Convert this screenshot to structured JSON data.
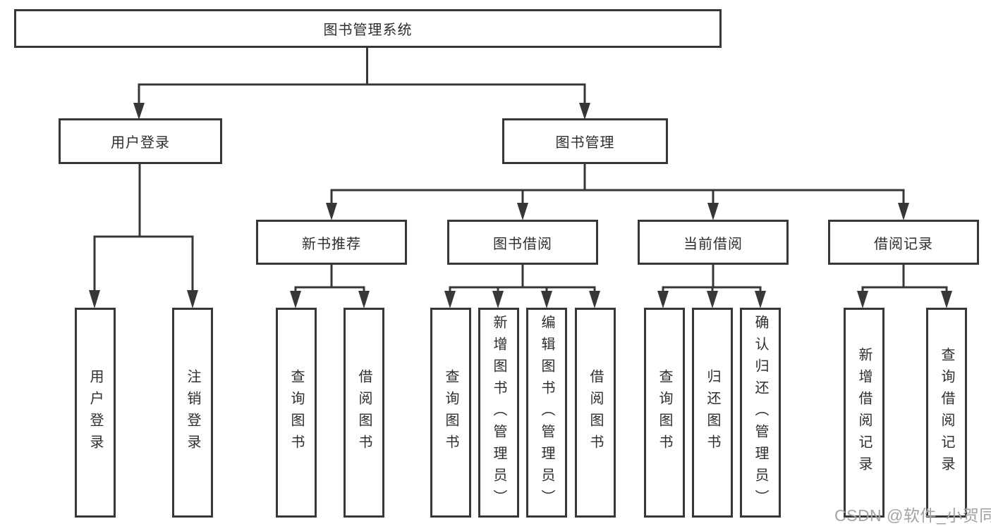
{
  "diagram": {
    "title": "图书管理系统",
    "branches": [
      {
        "label": "用户登录",
        "leaves": [
          "用户登录",
          "注销登录"
        ]
      },
      {
        "label": "图书管理",
        "groups": [
          {
            "label": "新书推荐",
            "leaves": [
              "查询图书",
              "借阅图书"
            ]
          },
          {
            "label": "图书借阅",
            "leaves": [
              "查询图书",
              "新增图书（管理员）",
              "编辑图书（管理员）",
              "借阅图书"
            ]
          },
          {
            "label": "当前借阅",
            "leaves": [
              "查询图书",
              "归还图书",
              "确认归还（管理员）"
            ]
          },
          {
            "label": "借阅记录",
            "leaves": [
              "新增借阅记录",
              "查询借阅记录"
            ]
          }
        ]
      }
    ]
  },
  "watermark": {
    "text": "CSDN @软件_小贺同学"
  },
  "colors": {
    "line": "#373737",
    "text": "#2e2e2e",
    "watermark": "#a3a3a3",
    "background": "#ffffff"
  }
}
